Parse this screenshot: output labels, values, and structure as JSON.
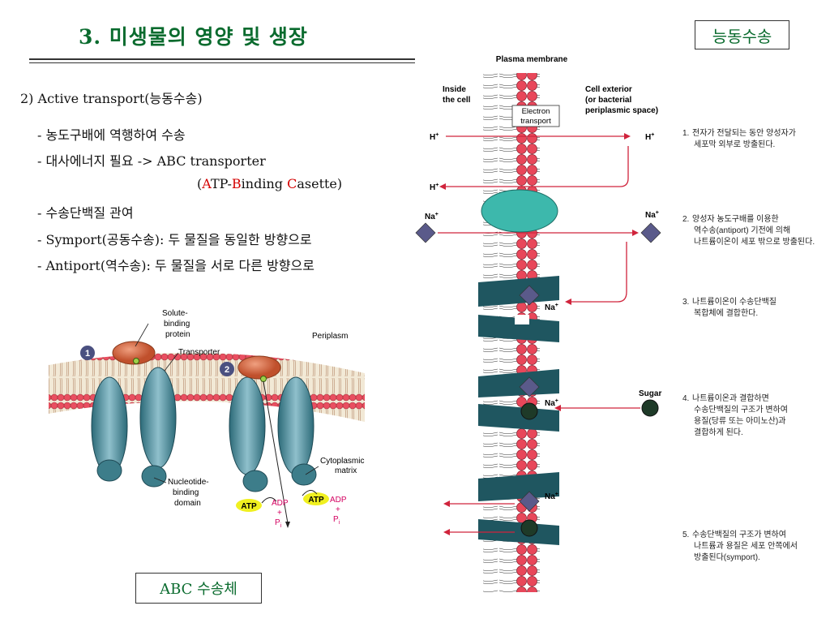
{
  "header": {
    "title": "3. 미생물의 영양 및 생장",
    "topic_box": "능동수송"
  },
  "left": {
    "section": "2) Active transport(능동수송)",
    "bullets": {
      "b1": "- 농도구배에 역행하여 수송",
      "b2_prefix": "- 대사에너지 필요 -> ABC transporter",
      "b2_open": "(",
      "b2_A": "A",
      "b2_TP": "TP-",
      "b2_B": "B",
      "b2_inding": "inding ",
      "b2_C": "C",
      "b2_asette": "asette)",
      "b3": "- 수송단백질 관여",
      "b4": "- Symport(공동수송): 두 물질을 동일한 방향으로",
      "b5": "- Antiport(역수송): 두 물질을 서로 다른 방향으로"
    },
    "abc_box": "ABC 수송체"
  },
  "abc_figure": {
    "label_solute_binding": [
      "Solute-",
      "binding",
      "protein"
    ],
    "label_transporter": "Transporter",
    "label_periplasm": "Periplasm",
    "label_cytoplasmic": [
      "Cytoplasmic",
      "matrix"
    ],
    "label_nucleotide": [
      "Nucleotide-",
      "binding",
      "domain"
    ],
    "step1": "1",
    "step2": "2",
    "atp": "ATP",
    "adp": "ADP",
    "plus": "+",
    "pi": "P",
    "pi_sub": "i"
  },
  "membrane_figure": {
    "plasma_membrane": "Plasma membrane",
    "inside": [
      "Inside",
      "the cell"
    ],
    "exterior": [
      "Cell exterior",
      "(or bacterial",
      "periplasmic space)"
    ],
    "electron_transport": [
      "Electron",
      "transport"
    ],
    "h": "H",
    "na": "Na",
    "plus": "+",
    "sugar": "Sugar"
  },
  "steps": [
    {
      "num": "1.",
      "line1": "전자가 전달되는 동안 양성자가",
      "line2": "세포막 외부로 방출된다."
    },
    {
      "num": "2.",
      "line1": "양성자 농도구배를 이용한",
      "line2": "역수송(antiport) 기전에 의해",
      "line3": "나트륨이온이 세포 밖으로 방출된다."
    },
    {
      "num": "3.",
      "line1": "나트륨이온이 수송단백질",
      "line2": "복합체에 결합한다."
    },
    {
      "num": "4.",
      "line1": "나트륨이온과 결합하면",
      "line2": "수송단백질의 구조가 변하여",
      "line3": "용질(당류 또는 아미노산)과",
      "line4": "결합하게 된다."
    },
    {
      "num": "5.",
      "line1": "수송단백질의 구조가 변하여",
      "line2": "나트륨과 용질은 세포 안쪽에서",
      "line3": "방출된다(symport)."
    }
  ],
  "colors": {
    "title_green": "#0a6b2e",
    "accent_red": "#d40000",
    "membrane_head": "#e8475a",
    "protein_teal": "#1f5660",
    "arrow_red": "#d0243c"
  }
}
